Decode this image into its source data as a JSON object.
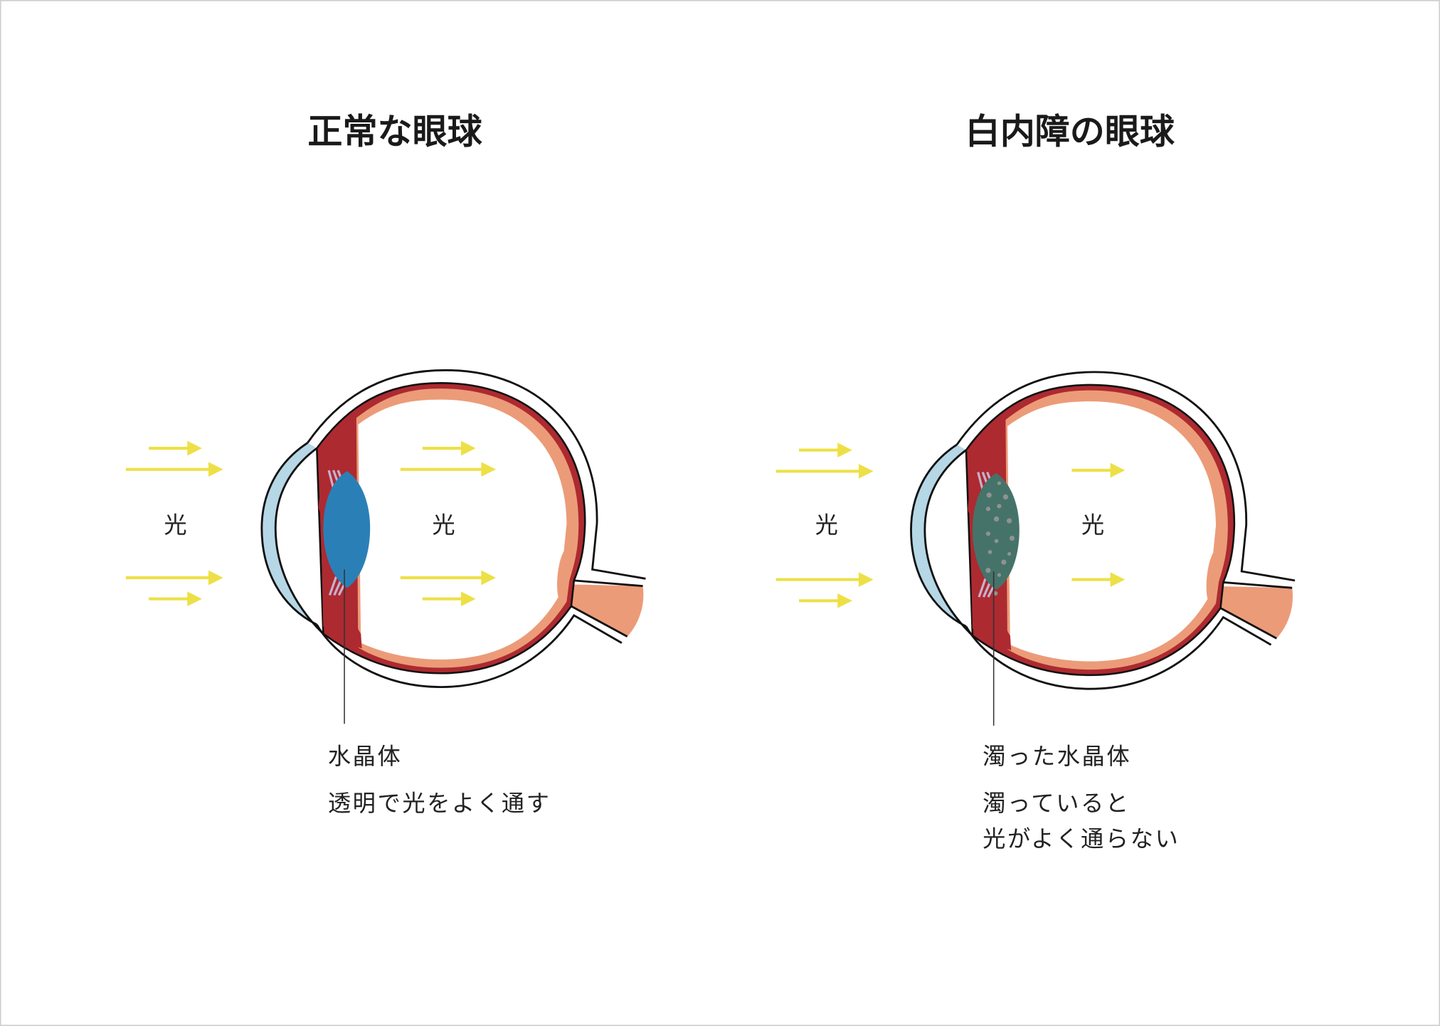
{
  "left_panel": {
    "title": "正常な眼球",
    "light_outside": "光",
    "light_inside": "光",
    "caption_title": "水晶体",
    "caption_lines": [
      "透明で光をよく通す"
    ]
  },
  "right_panel": {
    "title": "白内障の眼球",
    "light_outside": "光",
    "light_inside": "光",
    "caption_title": "濁った水晶体",
    "caption_lines": [
      "濁っていると",
      "光がよく通らない"
    ]
  },
  "colors": {
    "arrow": "#ede046",
    "cornea": "#b5d7e6",
    "choroid": "#ad2a30",
    "retina": "#ec9b78",
    "lens_clear": "#2a80b6",
    "lens_cloudy": "#45736a",
    "zonule": "#c6b0cd"
  }
}
